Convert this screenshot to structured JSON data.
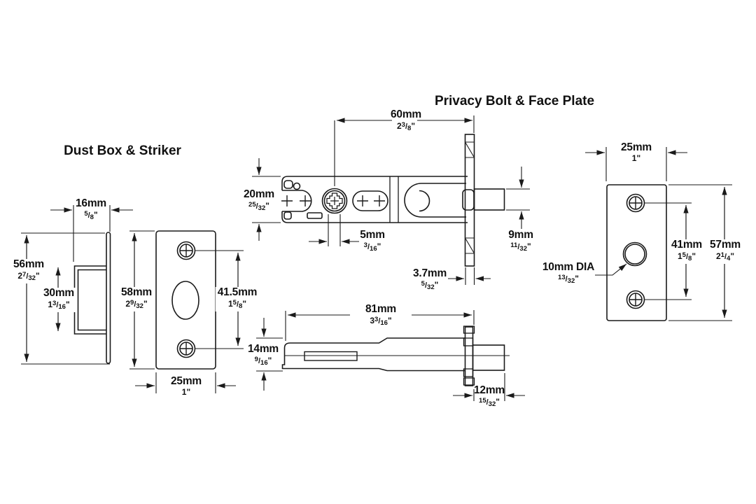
{
  "titles": {
    "dust_box": "Dust Box & Striker",
    "privacy_bolt": "Privacy Bolt & Face Plate"
  },
  "marks": {
    "inch": "\"",
    "slash": "/"
  },
  "colors": {
    "line": "#1a1a1a",
    "text": "#111111",
    "background": "#ffffff"
  },
  "dims": {
    "dust_depth": {
      "mm": "16mm",
      "w": "",
      "n": "5",
      "d": "8"
    },
    "dust_height": {
      "mm": "56mm",
      "w": "2",
      "n": "7",
      "d": "32"
    },
    "dust_inner": {
      "mm": "30mm",
      "w": "1",
      "n": "3",
      "d": "16"
    },
    "striker_height": {
      "mm": "58mm",
      "w": "2",
      "n": "9",
      "d": "32"
    },
    "striker_holes": {
      "mm": "41.5mm",
      "w": "1",
      "n": "5",
      "d": "8"
    },
    "striker_width": {
      "mm": "25mm",
      "w": "1",
      "n": "",
      "d": ""
    },
    "backset": {
      "mm": "60mm",
      "w": "2",
      "n": "3",
      "d": "8"
    },
    "body_height": {
      "mm": "20mm",
      "w": "",
      "n": "25",
      "d": "32"
    },
    "spindle_offset": {
      "mm": "5mm",
      "w": "",
      "n": "3",
      "d": "16"
    },
    "faceplate_thickness": {
      "mm": "3.7mm",
      "w": "",
      "n": "5",
      "d": "32"
    },
    "bolt_height": {
      "mm": "9mm",
      "w": "",
      "n": "11",
      "d": "32"
    },
    "overall_length": {
      "mm": "81mm",
      "w": "3",
      "n": "3",
      "d": "16"
    },
    "housing_height": {
      "mm": "14mm",
      "w": "",
      "n": "9",
      "d": "16"
    },
    "bolt_projection": {
      "mm": "12mm",
      "w": "",
      "n": "15",
      "d": "32"
    },
    "faceplate_width": {
      "mm": "25mm",
      "w": "1",
      "n": "",
      "d": ""
    },
    "faceplate_holes": {
      "mm": "41mm",
      "w": "1",
      "n": "5",
      "d": "8"
    },
    "faceplate_height": {
      "mm": "57mm",
      "w": "2",
      "n": "1",
      "d": "4"
    },
    "spindle_dia": {
      "mm": "10mm DIA",
      "w": "",
      "n": "13",
      "d": "32"
    }
  }
}
